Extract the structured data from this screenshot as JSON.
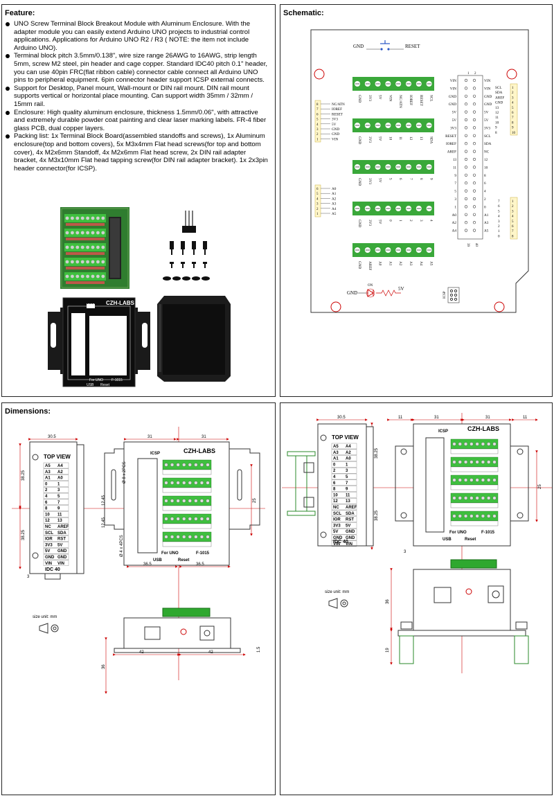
{
  "feature": {
    "title": "Feature:",
    "items": [
      "UNO Screw Terminal Block Breakout Module with Aluminum Enclosure. With the adapter module you can easily extend Arduino UNO projects to industrial control applications. Applications for Arduino UNO R2 / R3 ( NOTE: the item not include Arduino UNO).",
      "Terminal block pitch 3.5mm/0.138\", wire size range 26AWG to 16AWG, strip length 5mm, screw M2 steel, pin header and cage copper. Standard IDC40 pitch 0.1\" header, you can use 40pin FRC(flat ribbon cable) connector cable connect all Arduino UNO pins to peripheral equipment. 6pin connector header support ICSP external connects.",
      "Support for Desktop, Panel mount, Wall-mount or DIN rail mount. DIN rail mount supports vertical or horizontal place mounting. Can support width 35mm / 32mm / 15mm rail.",
      "Enclosure: High quality aluminum enclosure, thickness 1.5mm/0.06\", with attractive and extremely durable powder coat painting and clear laser marking labels. FR-4 fiber glass PCB, dual copper layers.",
      "Packing list: 1x Terminal Block Board(assembled standoffs and screws), 1x Aluminum enclosure(top and bottom covers), 5x M3x4mm Flat head screws(for top and bottom cover), 4x M2x6mm Standoff, 4x M2x6mm Flat head screw, 2x DIN rail adapter bracket, 4x M3x10mm Flat head tapping screw(for DIN rail adapter bracket). 1x 2x3pin header connector(for ICSP)."
    ],
    "cover_brand": "CZH-LABS",
    "cover_icsp": "ICSP",
    "cover_model_left": "For UNO",
    "cover_model_right": "F-1015",
    "cover_usb": "USB",
    "cover_reset": "Reset"
  },
  "schematic": {
    "title": "Schematic:",
    "gnd": "GND",
    "reset": "RESET",
    "left_header_nums": [
      "8",
      "7",
      "6",
      "5",
      "4",
      "3",
      "2",
      "1"
    ],
    "left_header_labels": [
      "NC/ATN",
      "IOREF",
      "RESET",
      "3V3",
      "5V",
      "GND",
      "GND",
      "VIN"
    ],
    "right_header_labels": [
      "SCL",
      "SDA",
      "AREF",
      "GND",
      "13",
      "12",
      "11",
      "10",
      "9",
      "8"
    ],
    "right_header_nums": [
      "1",
      "2",
      "3",
      "4",
      "5",
      "6",
      "7",
      "8",
      "9",
      "10"
    ],
    "analog_labels": [
      "A0",
      "A1",
      "A2",
      "A3",
      "A4",
      "A5"
    ],
    "analog_nums": [
      "6",
      "5",
      "4",
      "3",
      "2",
      "1"
    ],
    "digital_labels": [
      "7",
      "6",
      "5",
      "4",
      "3",
      "2",
      "1",
      "0"
    ],
    "digital_nums": [
      "1",
      "2",
      "3",
      "4",
      "5",
      "6",
      "7",
      "8"
    ],
    "tb_rows": [
      [
        "GND",
        "3V3",
        "5V",
        "VIN",
        "NC/ATN",
        "IOREF",
        "RESET",
        "SCL"
      ],
      [
        "GND",
        "3V3",
        "5V",
        "10",
        "11",
        "12",
        "13",
        "SDA"
      ],
      [
        "GND",
        "3V3",
        "5V",
        "5",
        "6",
        "7",
        "8",
        "9"
      ],
      [
        "GND",
        "3V3",
        "5V",
        "0",
        "1",
        "2",
        "3",
        "4"
      ],
      [
        "GND",
        "AREF",
        "A0",
        "A1",
        "A2",
        "A3",
        "A4",
        "A5"
      ]
    ],
    "idc_left": [
      "VIN",
      "VIN",
      "GND",
      "GND",
      "5V",
      "5V",
      "3V3",
      "RESET",
      "IOREF",
      "AREF",
      "13",
      "11",
      "9",
      "7",
      "5",
      "3",
      "1",
      "A0",
      "A2",
      "A4"
    ],
    "idc_right": [
      "VIN",
      "VIN",
      "GND",
      "GND",
      "5V",
      "5V",
      "3V3",
      "SCL",
      "SDA",
      "NC",
      "12",
      "10",
      "8",
      "6",
      "4",
      "2",
      "0",
      "A1",
      "A3",
      "A5"
    ],
    "idc_top": [
      "1",
      "2"
    ],
    "idc_bottom": [
      "39",
      "40"
    ],
    "led_gnd": "GND",
    "led_on": "ON",
    "led_5v": "5V",
    "icsp": "ICSP"
  },
  "dimensions": {
    "title": "Dimensions:",
    "top_view": "TOP VIEW",
    "idc40": "IDC 40",
    "brand": "CZH-LABS",
    "icsp": "ICSP",
    "for_uno": "For UNO",
    "model": "F-1015",
    "usb": "USB",
    "reset": "Reset",
    "size_unit": "size unit: mm",
    "d_30_5": "30.5",
    "d_31a": "31",
    "d_31b": "31",
    "d_38_25": "38.25",
    "d_38_25b": "38.25",
    "d_12_45": "12.45",
    "d_12_45b": "12.45",
    "d_8x": "Ø 8 x 2PCS",
    "d_4x": "Ø 4 x 4PCS",
    "d_25": "25",
    "d_36_5a": "36.5",
    "d_36_5b": "36.5",
    "d_3": "3",
    "d_42a": "42",
    "d_42b": "42",
    "d_36": "36",
    "d_1_5": "1.5",
    "d_11a": "11",
    "d_11b": "11",
    "d_25b": "25",
    "d_19": "19"
  }
}
